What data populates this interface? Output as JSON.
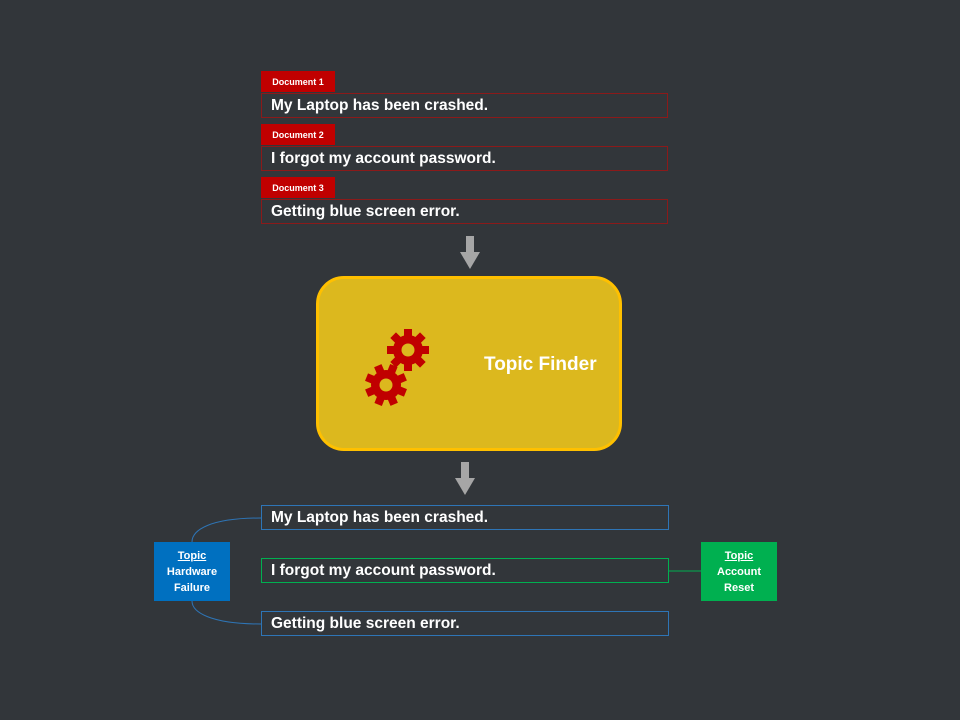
{
  "documents": [
    {
      "tag": "Document 1",
      "text": "My Laptop has been crashed."
    },
    {
      "tag": "Document 2",
      "text": "I forgot my account password."
    },
    {
      "tag": "Document 3",
      "text": "Getting blue screen error."
    }
  ],
  "finder": {
    "title": "Topic Finder",
    "icon": "gears-icon"
  },
  "outputs": [
    {
      "text": "My Laptop has been crashed."
    },
    {
      "text": "I forgot my account password."
    },
    {
      "text": "Getting blue screen error."
    }
  ],
  "topics": {
    "hardware": {
      "head": "Topic",
      "line1": "Hardware",
      "line2": "Failure",
      "color": "#0070c0"
    },
    "account": {
      "head": "Topic",
      "line1": "Account",
      "line2": "Reset",
      "color": "#00b050"
    }
  },
  "colors": {
    "background": "#32363a",
    "document_tag": "#c00000",
    "finder_fill": "#dcb81e",
    "finder_border": "#ffc000",
    "gear": "#c00000",
    "arrow": "#a6a6a6"
  }
}
